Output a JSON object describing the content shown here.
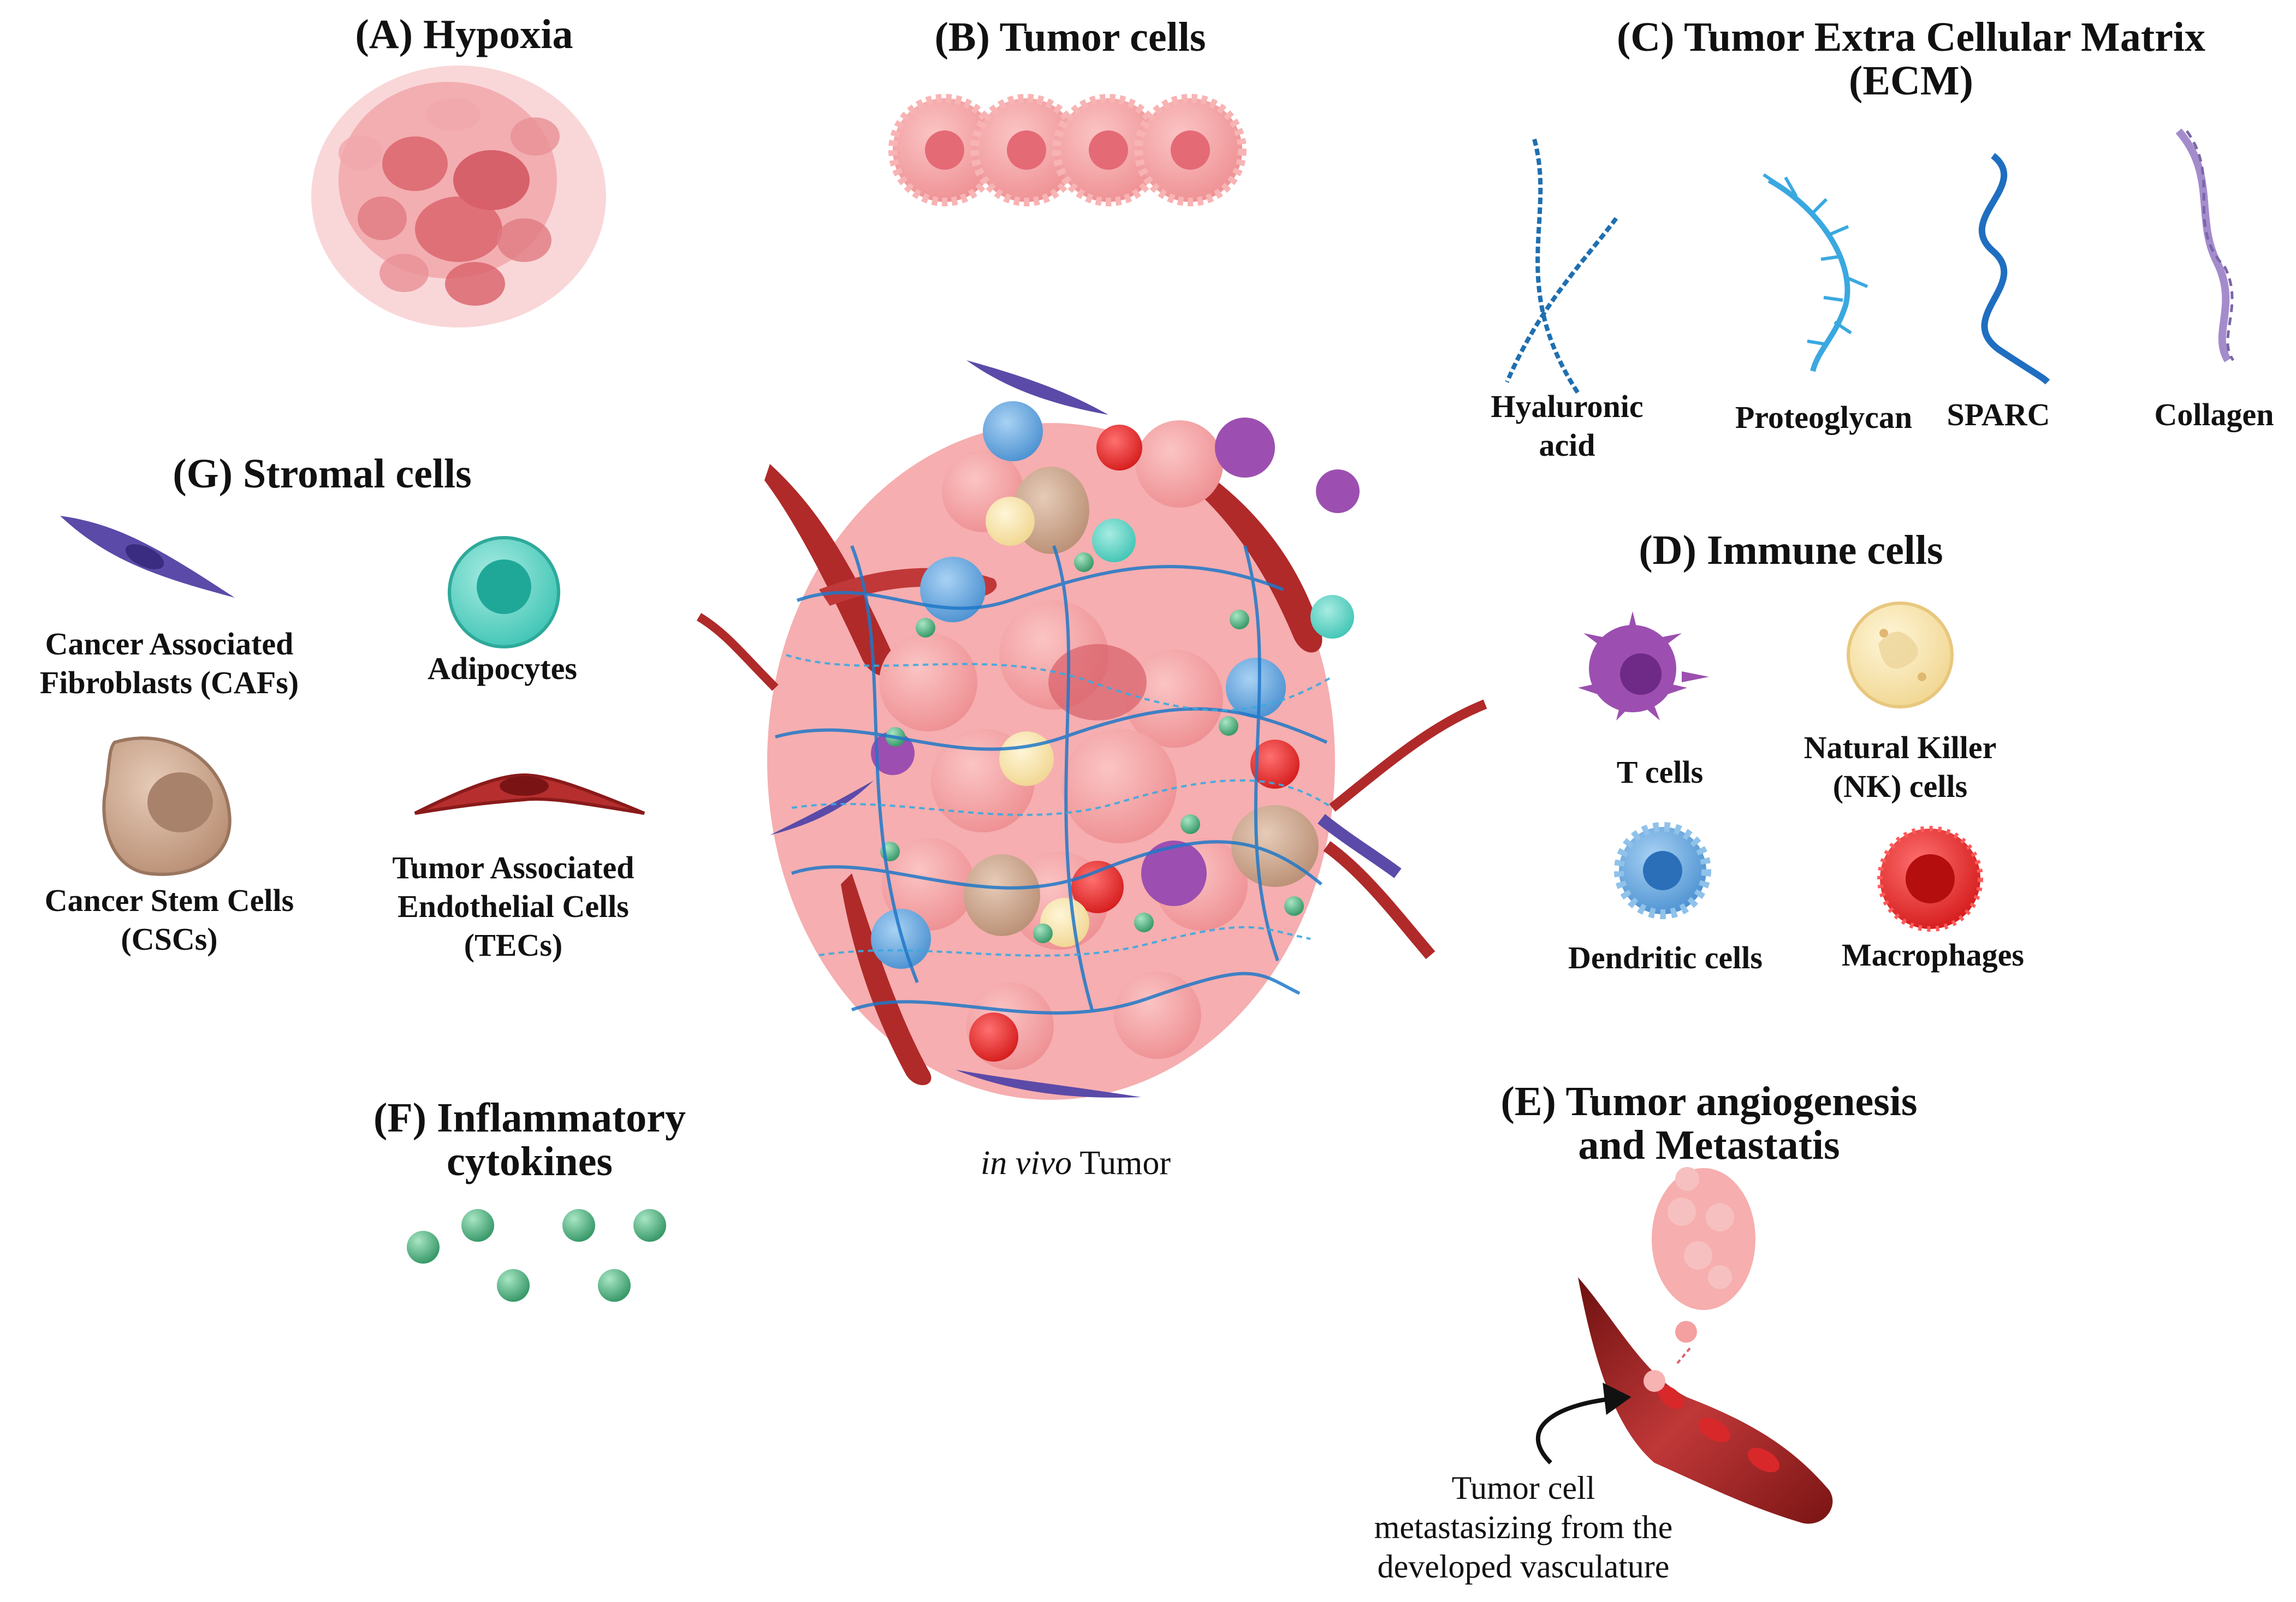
{
  "panels": {
    "hypoxia": {
      "title": "(A) Hypoxia"
    },
    "tumor_cells": {
      "title": "(B) Tumor cells"
    },
    "ecm": {
      "title_line1": "(C) Tumor Extra Cellular Matrix",
      "title_line2": "(ECM)",
      "items": {
        "hyaluronic_line1": "Hyaluronic",
        "hyaluronic_line2": "acid",
        "proteoglycan": "Proteoglycan",
        "sparc": "SPARC",
        "collagen": "Collagen"
      }
    },
    "immune": {
      "title": "(D) Immune cells",
      "items": {
        "t_cells": "T cells",
        "nk_line1": "Natural Killer",
        "nk_line2": "(NK) cells",
        "dendritic": "Dendritic cells",
        "macrophages": "Macrophages"
      }
    },
    "angiogenesis": {
      "title_line1": "(E) Tumor angiogenesis",
      "title_line2": "and Metastatis",
      "note_line1": "Tumor cell",
      "note_line2": "metastasizing from the",
      "note_line3": "developed vasculature"
    },
    "cytokines": {
      "title_line1": "(F) Inflammatory",
      "title_line2": "cytokines"
    },
    "stromal": {
      "title": "(G) Stromal cells",
      "items": {
        "caf_line1": "Cancer Associated",
        "caf_line2": "Fibroblasts (CAFs)",
        "adipocytes": "Adipocytes",
        "csc_line1": "Cancer Stem Cells",
        "csc_line2": "(CSCs)",
        "tec_line1": "Tumor Associated",
        "tec_line2": "Endothelial Cells",
        "tec_line3": "(TECs)"
      }
    },
    "center": {
      "caption_italic": "in vivo",
      "caption_rest": " Tumor"
    }
  },
  "colors": {
    "tumor_pink": "#f4a0a0",
    "hypoxia_dark": "#d9606a",
    "vessel_red": "#b02a2a",
    "fibroblast_purple": "#5b4aa8",
    "adipocyte_teal": "#3ec4b4",
    "stem_tan": "#c9a48c",
    "tcell_purple": "#9c4fb0",
    "nk_cream": "#f6e2a8",
    "dendritic_blue": "#4a90d0",
    "macrophage_red": "#e52a2a",
    "cytokine_green": "#4cae7e",
    "ecm_blue": "#1f78c8",
    "collagen_lilac": "#a48ccc"
  }
}
